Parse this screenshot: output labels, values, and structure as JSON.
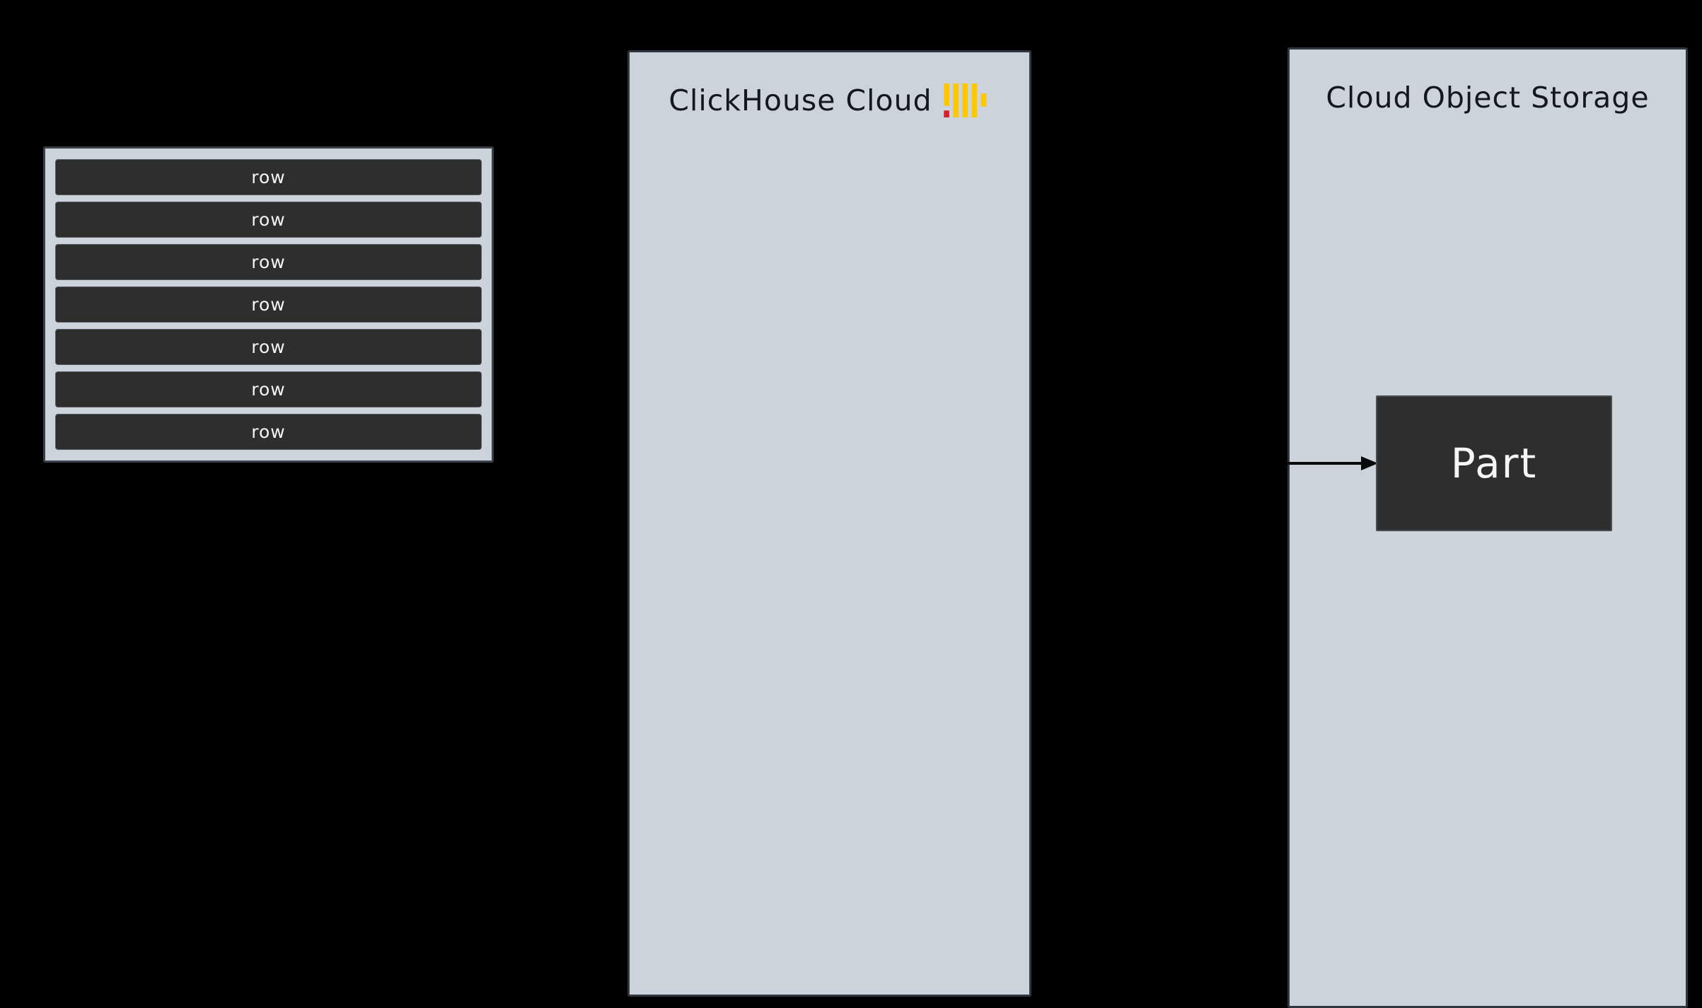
{
  "diagram": {
    "rows_table": {
      "rows": [
        "row",
        "row",
        "row",
        "row",
        "row",
        "row",
        "row"
      ]
    },
    "clickhouse_panel": {
      "title": "ClickHouse Cloud",
      "logo": "clickhouse-logo"
    },
    "storage_panel": {
      "title": "Cloud Object Storage",
      "part_label": "Part"
    }
  },
  "colors": {
    "background": "#000000",
    "panel-fill": "#ccd3da",
    "panel-border": "#2f3640",
    "dark-box": "#2e2e2e",
    "text-dark": "#14181c",
    "text-light": "#f5f5f5",
    "logo-yellow": "#ffc700",
    "logo-red": "#d3242b",
    "arrow": "#0a0a0a"
  }
}
